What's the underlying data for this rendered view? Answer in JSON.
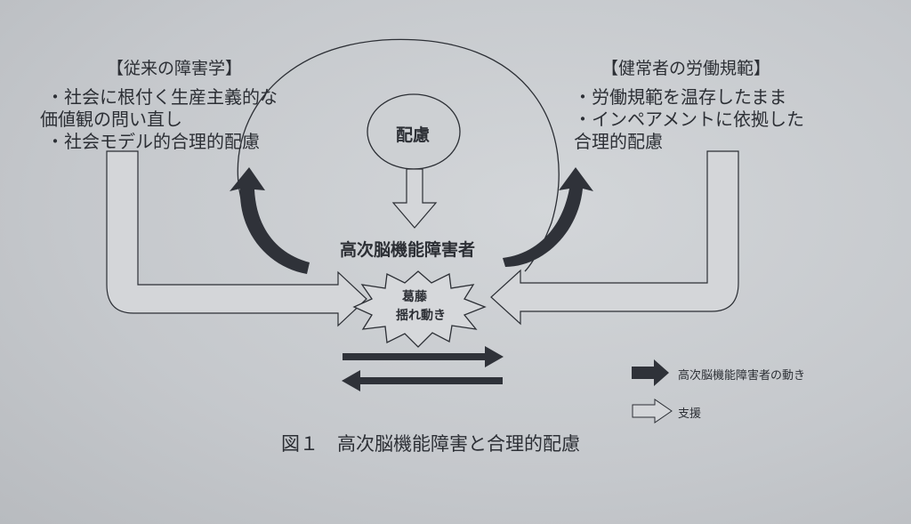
{
  "left_box": {
    "heading": "【従来の障害学】",
    "line1": "・社会に根付く生産主義的な",
    "line2": "価値観の問い直し",
    "line3": "・社会モデル的合理的配慮"
  },
  "right_box": {
    "heading": "【健常者の労働規範】",
    "line1": "・労働規範を温存したまま",
    "line2": "・インペアメントに依拠した",
    "line3": "合理的配慮"
  },
  "center": {
    "circle_label": "配慮",
    "person_label": "高次脳機能障害者",
    "conflict_line1": "葛藤",
    "conflict_line2": "揺れ動き"
  },
  "legend": {
    "filled_arrow_label": "高次脳機能障害者の動き",
    "hollow_arrow_label": "支援"
  },
  "caption": "図１　高次脳機能障害と合理的配慮",
  "colors": {
    "ink": "#2c2f35",
    "paper": "#c8cbcf"
  }
}
